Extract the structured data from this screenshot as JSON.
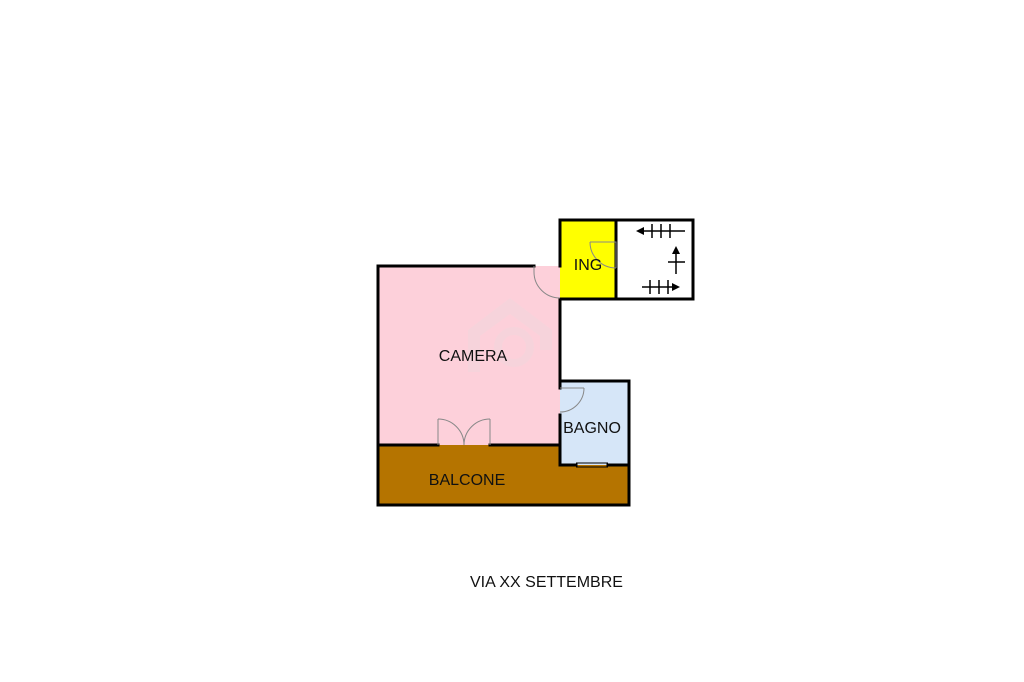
{
  "rooms": {
    "camera": {
      "label": "CAMERA",
      "color": "#fdd0da"
    },
    "ingresso": {
      "label": "ING",
      "color": "#ffff00"
    },
    "bagno": {
      "label": "BAGNO",
      "color": "#d6e6f8"
    },
    "balcone": {
      "label": "BALCONE",
      "color": "#b57400"
    },
    "stairwell": {
      "label": "",
      "color": "#ffffff"
    }
  },
  "street": {
    "label": "VIA XX SETTEMBRE"
  },
  "colors": {
    "wall": "#000000",
    "door_swing": "#888888",
    "watermark": "#f2d7dc"
  },
  "icons": {
    "stairs": "staircase-arrows-icon",
    "watermark": "logo-watermark-icon"
  }
}
